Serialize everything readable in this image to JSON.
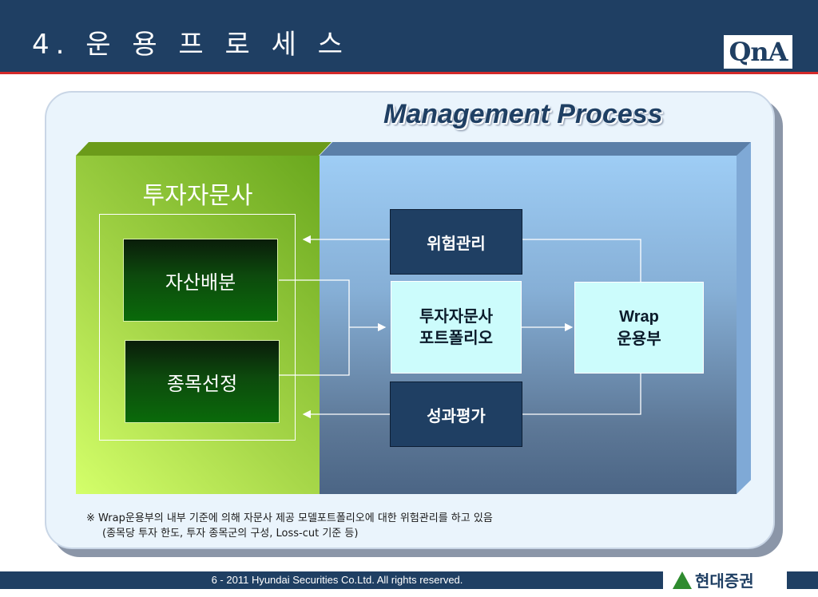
{
  "header": {
    "title": "4. 운 용 프 로 세 스",
    "logo_text": "QnA"
  },
  "diagram": {
    "title": "Management Process",
    "advisory": {
      "title": "투자자문사",
      "asset_allocation": "자산배분",
      "stock_selection": "종목선정"
    },
    "risk_management": "위험관리",
    "advisory_portfolio": {
      "line1": "투자자문사",
      "line2": "포트폴리오"
    },
    "wrap": {
      "line1": "Wrap",
      "line2": "운용부"
    },
    "performance_eval": "성과평가"
  },
  "note": {
    "line1": "※ Wrap운용부의 내부 기준에 의해 자문사 제공 모델포트폴리오에 대한 위험관리를 하고 있음",
    "line2": "(종목당 투자 한도, 투자 종목군의 구성, Loss-cut 기준 등)"
  },
  "footer": {
    "copyright": "6 - 2011 Hyundai Securities Co.Ltd. All rights reserved.",
    "brand": "현대증권"
  },
  "colors": {
    "navy": "#1f3f63",
    "accent_red": "#d42a2a",
    "green_panel": "#a8d84a",
    "cyan_box": "#ccfcfc"
  }
}
